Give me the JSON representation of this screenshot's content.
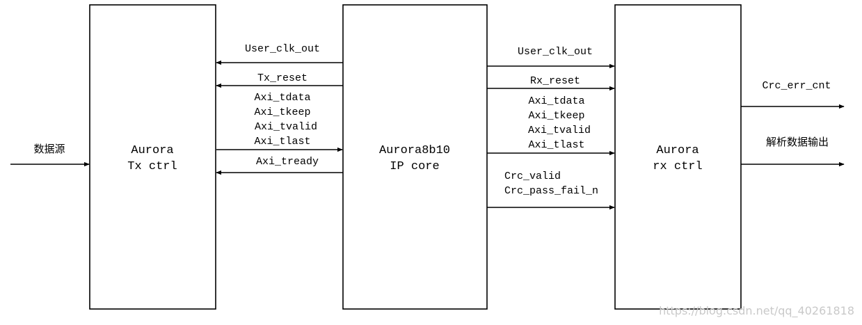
{
  "blocks": {
    "tx": {
      "line1": "Aurora",
      "line2": "Tx ctrl"
    },
    "ip": {
      "line1": "Aurora8b10",
      "line2": "IP core"
    },
    "rx": {
      "line1": "Aurora",
      "line2": "rx ctrl"
    }
  },
  "signals": {
    "input": "数据源",
    "tx_user_clk_out": "User_clk_out",
    "tx_reset": "Tx_reset",
    "tx_axi_tdata": "Axi_tdata",
    "tx_axi_tkeep": "Axi_tkeep",
    "tx_axi_tvalid": "Axi_tvalid",
    "tx_axi_tlast": "Axi_tlast",
    "tx_axi_tready": "Axi_tready",
    "rx_user_clk_out": "User_clk_out",
    "rx_reset": "Rx_reset",
    "rx_axi_tdata": "Axi_tdata",
    "rx_axi_tkeep": "Axi_tkeep",
    "rx_axi_tvalid": "Axi_tvalid",
    "rx_axi_tlast": "Axi_tlast",
    "crc_valid": "Crc_valid",
    "crc_pass_fail_n": "Crc_pass_fail_n",
    "crc_err_cnt": "Crc_err_cnt",
    "parse_output": "解析数据输出"
  },
  "watermark": "https://blog.csdn.net/qq_40261818"
}
